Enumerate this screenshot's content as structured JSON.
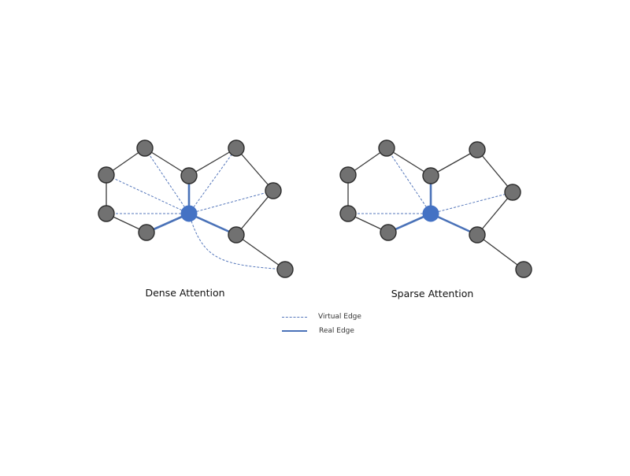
{
  "diagrams": [
    {
      "caption": "Dense Attention",
      "attention": "dense"
    },
    {
      "caption": "Sparse Attention",
      "attention": "sparse"
    }
  ],
  "legend": {
    "virtual_label": "Virtual Edge",
    "real_label": "Real Edge"
  },
  "colors": {
    "node_fill": "#717171",
    "node_stroke": "#2c2c2c",
    "hub_fill": "#4472c4",
    "real_edge": "#4a72b8",
    "virtual_edge": "#5577bb",
    "graph_edge": "#3a3a3a"
  }
}
